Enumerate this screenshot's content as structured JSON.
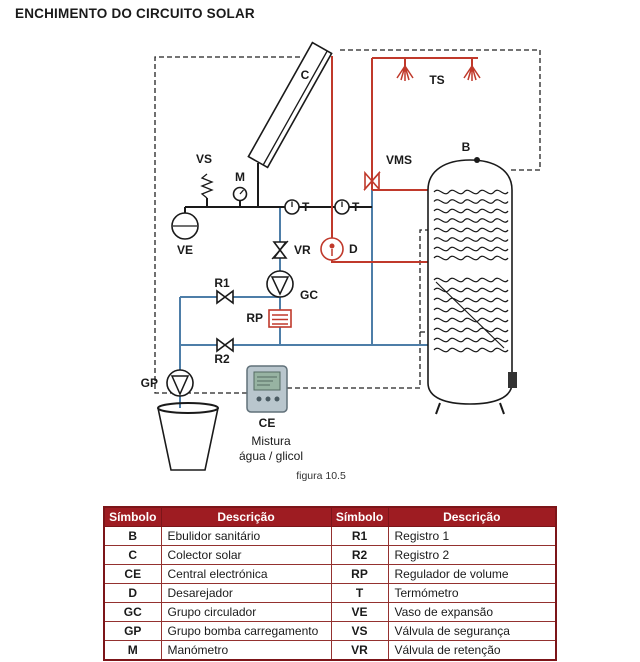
{
  "title": "ENCHIMENTO DO CIRCUITO SOLAR",
  "diagram": {
    "labels": {
      "c": "C",
      "ts": "TS",
      "vms": "VMS",
      "b": "B",
      "vs": "VS",
      "m": "M",
      "ve": "VE",
      "t1": "T",
      "t2": "T",
      "vr": "VR",
      "d": "D",
      "gc": "GC",
      "r1": "R1",
      "rp": "RP",
      "r2": "R2",
      "gp": "GP",
      "ce": "CE",
      "mixture_line1": "Mistura",
      "mixture_line2": "água / glicol",
      "figure": "figura 10.5"
    },
    "colors": {
      "hot_pipe": "#c0392b",
      "cold_pipe": "#4e7ea8",
      "line": "#1a1a1a",
      "table_header_bg": "#9e1c22",
      "table_header_fg": "#ffffff"
    }
  },
  "legend": {
    "headers": [
      "Símbolo",
      "Descrição",
      "Símbolo",
      "Descrição"
    ],
    "rows": [
      [
        "B",
        "Ebulidor sanitário",
        "R1",
        "Registro 1"
      ],
      [
        "C",
        "Colector solar",
        "R2",
        "Registro 2"
      ],
      [
        "CE",
        "Central electrónica",
        "RP",
        "Regulador de volume"
      ],
      [
        "D",
        "Desarejador",
        "T",
        "Termómetro"
      ],
      [
        "GC",
        "Grupo circulador",
        "VE",
        "Vaso de expansão"
      ],
      [
        "GP",
        "Grupo bomba carregamento",
        "VS",
        "Válvula de segurança"
      ],
      [
        "M",
        "Manómetro",
        "VR",
        "Válvula de retenção"
      ]
    ]
  }
}
